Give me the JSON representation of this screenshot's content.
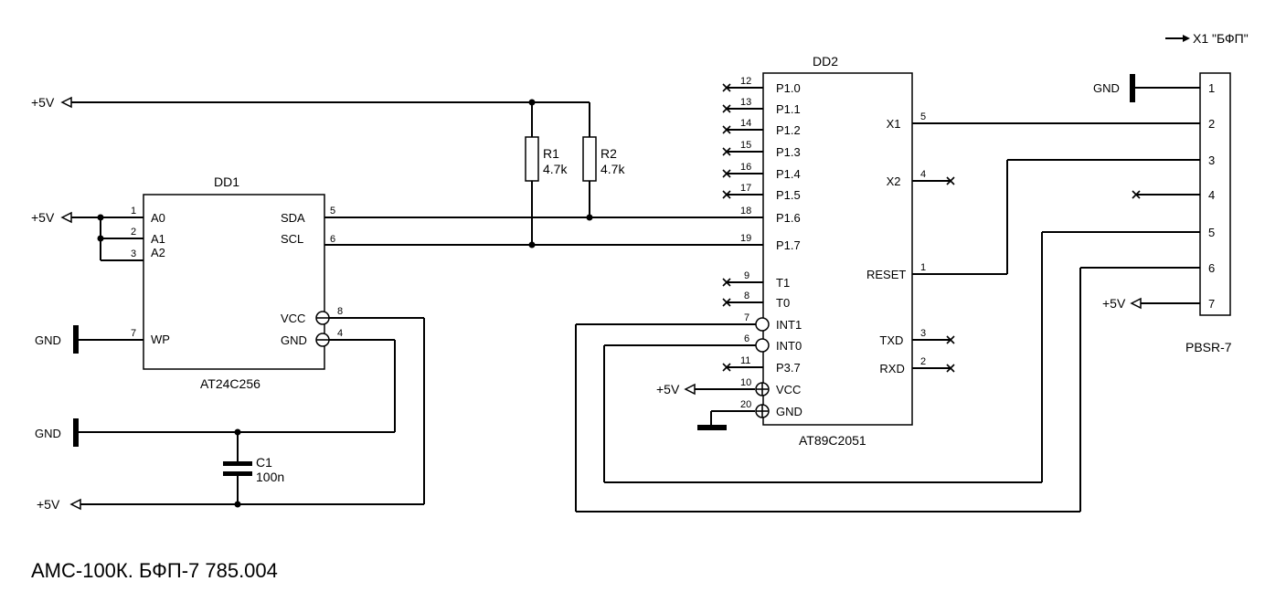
{
  "title": "АМС-100К.  БФП-7 785.004",
  "connector_ref": "X1 \"БФП\"",
  "rails": {
    "plus5": "+5V",
    "gnd": "GND"
  },
  "dd1": {
    "ref": "DD1",
    "part": "AT24C256",
    "pins": [
      {
        "num": "1",
        "name": "A0"
      },
      {
        "num": "2",
        "name": "A1"
      },
      {
        "num": "3",
        "name": "A2"
      },
      {
        "num": "7",
        "name": "WP"
      },
      {
        "num": "5",
        "name": "SDA"
      },
      {
        "num": "6",
        "name": "SCL"
      },
      {
        "num": "8",
        "name": "VCC"
      },
      {
        "num": "4",
        "name": "GND"
      }
    ]
  },
  "dd2": {
    "ref": "DD2",
    "part": "AT89C2051",
    "left_pins": [
      {
        "num": "12",
        "name": "P1.0"
      },
      {
        "num": "13",
        "name": "P1.1"
      },
      {
        "num": "14",
        "name": "P1.2"
      },
      {
        "num": "15",
        "name": "P1.3"
      },
      {
        "num": "16",
        "name": "P1.4"
      },
      {
        "num": "17",
        "name": "P1.5"
      },
      {
        "num": "18",
        "name": "P1.6"
      },
      {
        "num": "19",
        "name": "P1.7"
      },
      {
        "num": "9",
        "name": "T1"
      },
      {
        "num": "8",
        "name": "T0"
      },
      {
        "num": "7",
        "name": "INT1"
      },
      {
        "num": "6",
        "name": "INT0"
      },
      {
        "num": "11",
        "name": "P3.7"
      },
      {
        "num": "10",
        "name": "VCC"
      },
      {
        "num": "20",
        "name": "GND"
      }
    ],
    "right_pins": [
      {
        "num": "5",
        "name": "X1"
      },
      {
        "num": "4",
        "name": "X2"
      },
      {
        "num": "1",
        "name": "RESET"
      },
      {
        "num": "3",
        "name": "TXD"
      },
      {
        "num": "2",
        "name": "RXD"
      }
    ]
  },
  "resistors": [
    {
      "ref": "R1",
      "value": "4.7k"
    },
    {
      "ref": "R2",
      "value": "4.7k"
    }
  ],
  "capacitor": {
    "ref": "C1",
    "value": "100n"
  },
  "connector": {
    "part": "PBSR-7",
    "pins": [
      "1",
      "2",
      "3",
      "4",
      "5",
      "6",
      "7"
    ]
  }
}
